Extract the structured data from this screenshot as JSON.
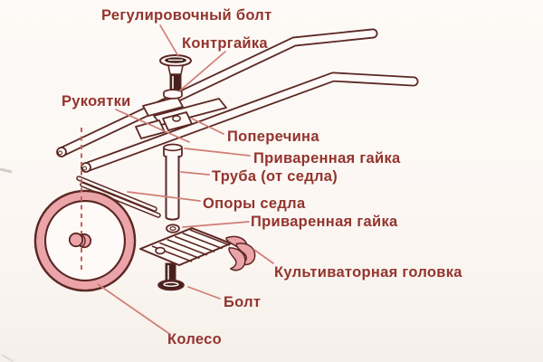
{
  "figure": {
    "description": "Exploded-view technical diagram of a hand cultivator assembled from bicycle parts, with Russian part labels",
    "labels": [
      {
        "id": "adjusting-bolt",
        "text": "Регулировочный болт"
      },
      {
        "id": "locknut",
        "text": "Контргайка"
      },
      {
        "id": "handles",
        "text": "Рукоятки"
      },
      {
        "id": "crossbar",
        "text": "Поперечина"
      },
      {
        "id": "welded-nut-top",
        "text": "Приваренная гайка"
      },
      {
        "id": "seat-tube",
        "text": "Труба (от седла)"
      },
      {
        "id": "seat-supports",
        "text": "Опоры седла"
      },
      {
        "id": "welded-nut-bottom",
        "text": "Приваренная гайка"
      },
      {
        "id": "cultivator-head",
        "text": "Культиваторная головка"
      },
      {
        "id": "bolt",
        "text": "Болт"
      },
      {
        "id": "wheel",
        "text": "Колесо"
      }
    ],
    "colors": {
      "background": "#fbf6f2",
      "outline_ink": "#5d2723",
      "label_text": "#93342d",
      "leader_line": "#cf7e76",
      "pink_fill": "#eba4a9",
      "dark_metal_fill": "#46201c"
    }
  }
}
